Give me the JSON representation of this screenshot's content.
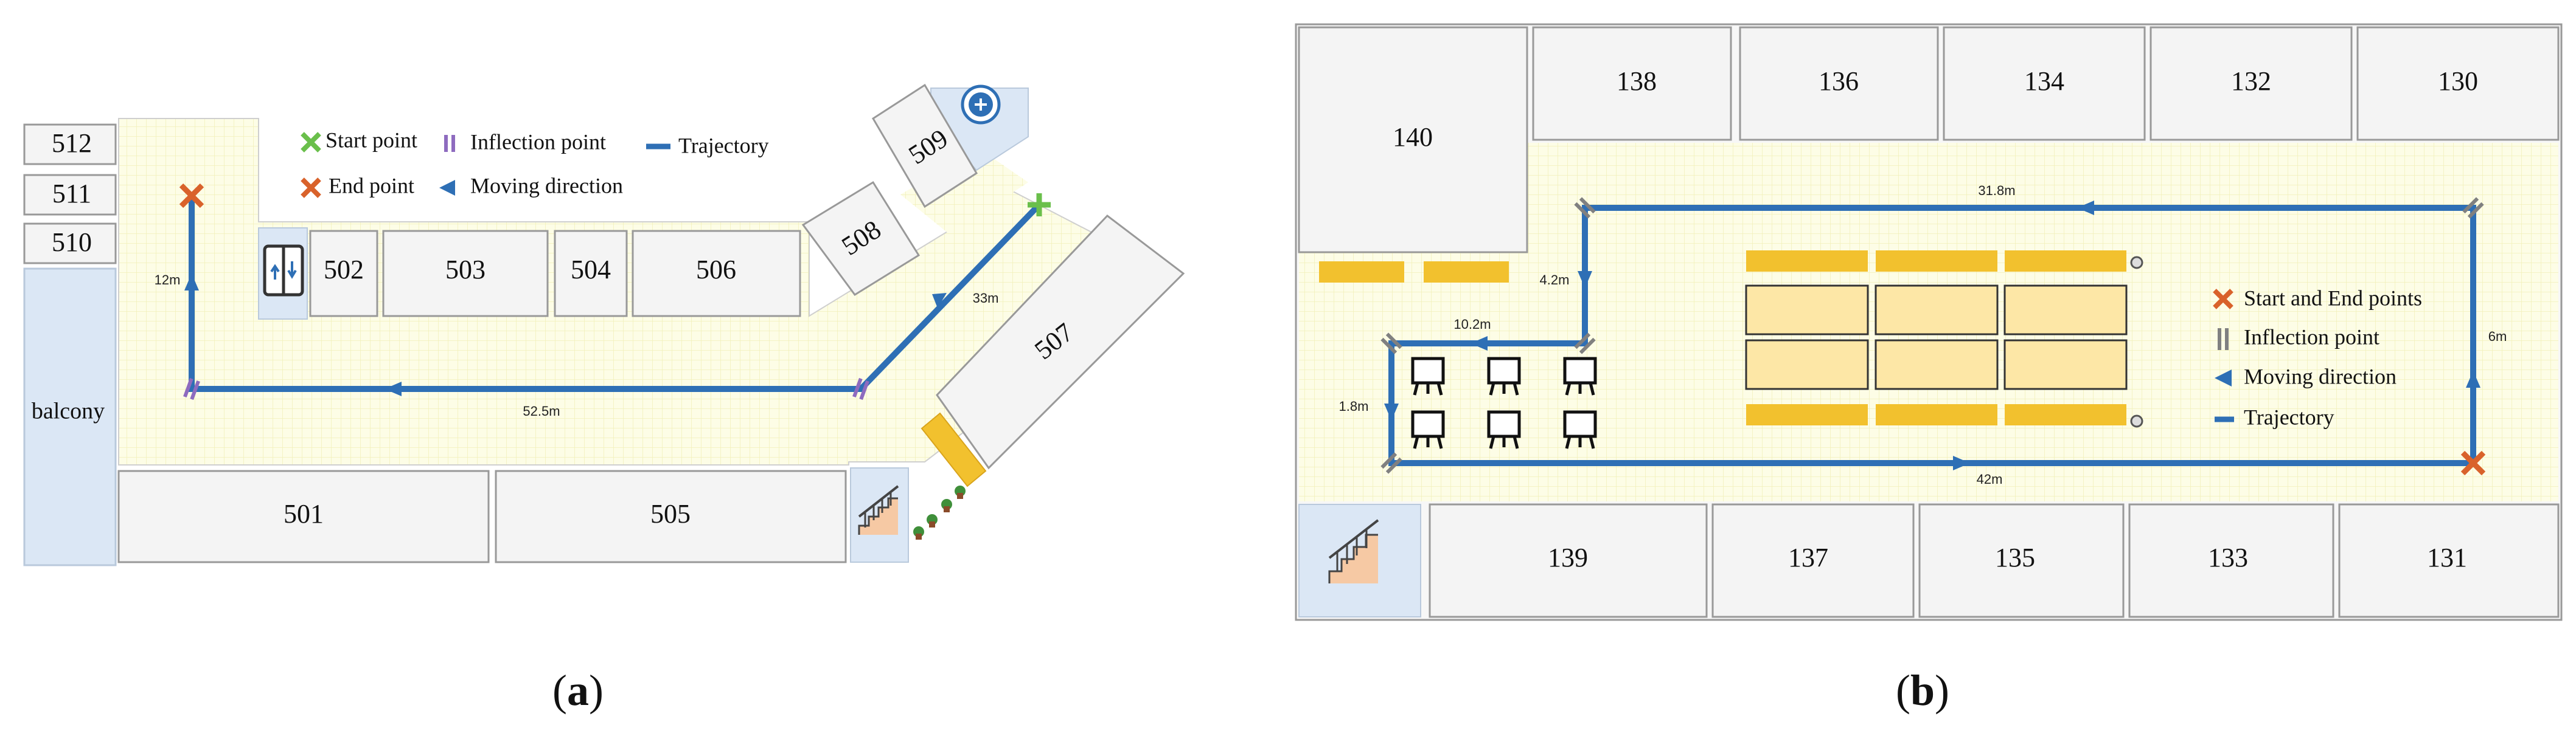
{
  "panel_a": {
    "rooms": {
      "r512": "512",
      "r511": "511",
      "r510": "510",
      "balcony": "balcony",
      "r502": "502",
      "r503": "503",
      "r504": "504",
      "r506": "506",
      "r509": "509",
      "r508": "508",
      "r507": "507",
      "r501": "501",
      "r505": "505"
    },
    "distances": {
      "d1": "12m",
      "d2": "52.5m",
      "d3": "33m"
    },
    "legend": {
      "start": "Start point",
      "end": "End point",
      "inflection": "Inflection point",
      "direction": "Moving direction",
      "trajectory": "Trajectory"
    },
    "caption": {
      "open": "(",
      "letter": "a",
      "close": ")"
    }
  },
  "panel_b": {
    "rooms": {
      "r140": "140",
      "r138": "138",
      "r136": "136",
      "r134": "134",
      "r132": "132",
      "r130": "130",
      "r139": "139",
      "r137": "137",
      "r135": "135",
      "r133": "133",
      "r131": "131"
    },
    "distances": {
      "d1": "31.8m",
      "d2": "4.2m",
      "d3": "10.2m",
      "d4": "1.8m",
      "d5": "42m",
      "d6": "6m"
    },
    "legend": {
      "start_end": "Start and End points",
      "inflection": "Inflection point",
      "direction": "Moving direction",
      "trajectory": "Trajectory"
    },
    "caption": {
      "open": "(",
      "letter": "b",
      "close": ")"
    }
  },
  "colors": {
    "trajectory": "#2e6fb5",
    "start_marker": "#6abf4b",
    "end_marker": "#d9622b",
    "inflection_a": "#8e6bbf",
    "inflection_b": "#808080",
    "corridor": "#fdfde8",
    "wall_fill": "#f3f3f3",
    "side_blue": "#dbe7f5",
    "bench": "#f2c12e",
    "table": "#fde7a6"
  }
}
